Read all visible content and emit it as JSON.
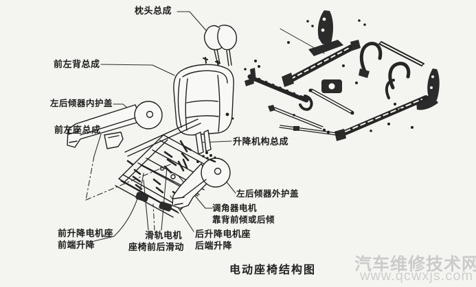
{
  "page": {
    "background_color": "#f4f4f1",
    "ink_color": "#1f1f1f",
    "caption": "电动座椅结构图"
  },
  "watermark": {
    "site_name": "汽车维修技术网",
    "site_url": "www.qcwxjs.com",
    "color": "#cbcbcb"
  },
  "labels": {
    "headrest": "枕头总成",
    "seat_back": "前左背总成",
    "recliner_inner_cover": "左后倾器内护盖",
    "seat_cushion": "前左座总成",
    "lift_mechanism": "升降机构总成",
    "recliner_outer_cover": "左后倾器外护盖",
    "recliner_motor": "调角器电机",
    "recliner_motor_desc": "靠背前倾或后倾",
    "front_lift_motor": "前升降电机座",
    "front_lift_motor_desc": "前端升降",
    "slide_motor": "滑轨电机",
    "slide_motor_desc": "座椅前后滑动",
    "rear_lift_motor": "后升降电机座",
    "rear_lift_motor_desc": "后端升降"
  }
}
